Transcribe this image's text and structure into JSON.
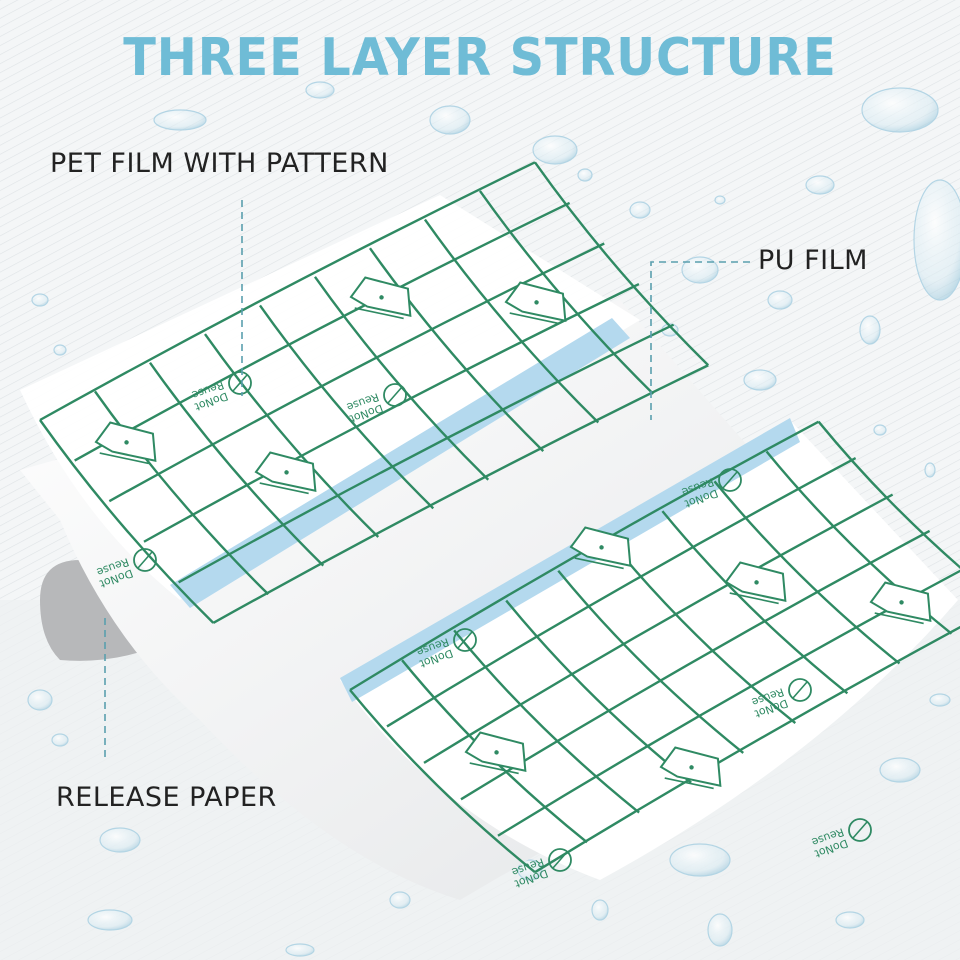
{
  "title": "THREE LAYER STRUCTURE",
  "labels": {
    "pet_film": "PET FILM WITH PATTERN",
    "pu_film": "PU FILM",
    "release_paper": "RELEASE PAPER"
  },
  "film_print_text": [
    "DoNot",
    "Reuse"
  ],
  "colors": {
    "title": "#6fbcd6",
    "label_text": "#222222",
    "grid_green": "#2f8a63",
    "blue_stripe": "#b4d9ee",
    "leader_line": "#5a9fae",
    "release_gray": "#b9b9bb",
    "background": "#f1f3f5"
  }
}
